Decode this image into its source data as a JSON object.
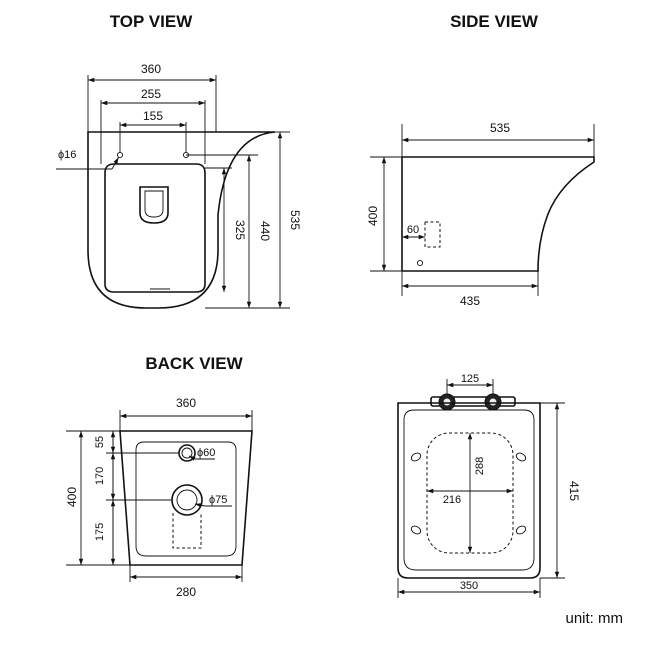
{
  "views": {
    "top": {
      "title": "TOP VIEW",
      "width_outer": "360",
      "width_mid": "255",
      "width_inner": "155",
      "hole_dia": "ϕ16",
      "depth_325": "325",
      "depth_440": "440",
      "depth_535": "535"
    },
    "side": {
      "title": "SIDE VIEW",
      "length_top": "535",
      "height": "400",
      "offset": "60",
      "length_bottom": "435"
    },
    "back": {
      "title": "BACK VIEW",
      "width_top": "360",
      "height": "400",
      "seg_55": "55",
      "seg_170": "170",
      "seg_175": "175",
      "inlet_dia": "ϕ60",
      "outlet_dia": "ϕ75",
      "width_bottom": "280"
    },
    "seat": {
      "hinge_spacing": "125",
      "inner_height": "288",
      "inner_width": "216",
      "overall_height": "415",
      "overall_width": "350"
    }
  },
  "unit_label": "unit: mm"
}
